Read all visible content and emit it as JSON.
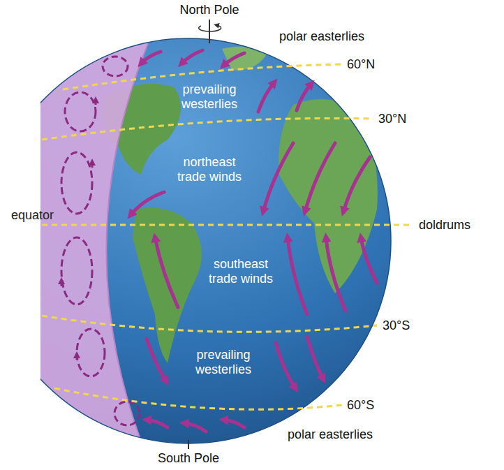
{
  "diagram": {
    "labels": [
      "North Pole",
      "polar easterlies",
      "prevailing westerlies",
      "60°N",
      "30°N",
      "northeast trade winds",
      "equator",
      "doldrums",
      "southeast trade winds",
      "30°S",
      "prevailing westerlies",
      "60°S",
      "polar easterlies",
      "South Pole"
    ]
  }
}
